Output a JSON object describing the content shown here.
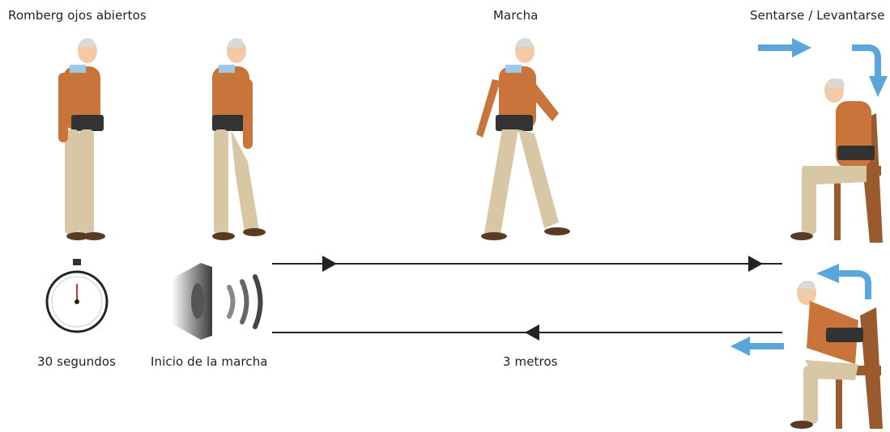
{
  "labels": {
    "romberg": "Romberg ojos abiertos",
    "marcha": "Marcha",
    "sentarse": "Sentarse / Levantarse",
    "segundos": "30 segundos",
    "inicio": "Inicio de la marcha",
    "metros": "3 metros"
  },
  "icons": {
    "timer": "stopwatch-icon",
    "sound": "speaker-icon"
  },
  "colors": {
    "sweater": "#c8743a",
    "pants": "#d8c7a4",
    "belt": "#333333",
    "shoes": "#5a3a22",
    "skin": "#f3c9a6",
    "hair": "#d9d9d9",
    "chair": "#9b5a2e",
    "arrow_blue": "#5aa6dc",
    "line": "#222222"
  }
}
